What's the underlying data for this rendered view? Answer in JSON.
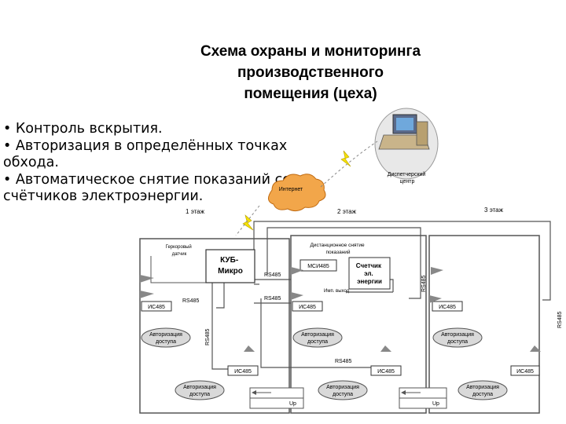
{
  "title_lines": [
    "Схема охраны и мониторинга",
    "производственного",
    "помещения (цеха)"
  ],
  "bullets": [
    "• Контроль вскрытия.",
    "• Авторизация в определённых точках обхода.",
    "• Автоматическое снятие показаний со счётчиков электроэнергии."
  ],
  "diagram": {
    "dispatch_center": [
      "Диспетчерский",
      "центр"
    ],
    "internet": "Интернет",
    "floors": [
      "1 этаж",
      "2 этаж",
      "3 этаж"
    ],
    "kub": [
      "КУБ-",
      "Микро"
    ],
    "sensor": [
      "Геркоровый",
      "датчик"
    ],
    "remote_reading": [
      "Дистанционное снятие",
      "показаний"
    ],
    "msi": "МСИ485",
    "meter": [
      "Счетчик",
      "эл.",
      "энергии"
    ],
    "pulse_output": "Имп. выход",
    "rs485": "RS485",
    "is485": "ИС485",
    "auth": [
      "Авторизация",
      "доступа"
    ],
    "up": "Up"
  }
}
